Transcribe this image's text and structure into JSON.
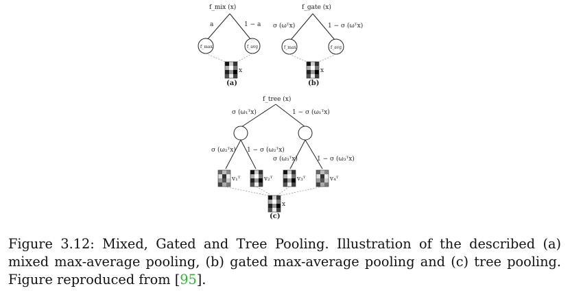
{
  "figure": {
    "panel_a": {
      "root": "f_mix (x)",
      "left_edge": "a",
      "right_edge": "1 − a",
      "left_leaf": "f_max",
      "right_leaf": "f_avg",
      "input": "x",
      "label": "(a)"
    },
    "panel_b": {
      "root": "f_gate (x)",
      "left_edge": "σ (ωᵀx)",
      "right_edge": "1 − σ (ωᵀx)",
      "left_leaf": "f_max",
      "right_leaf": "f_avg",
      "input": "x",
      "label": "(b)"
    },
    "panel_c": {
      "root": "f_tree (x)",
      "top_left_edge": "σ (ω₁ᵀx)",
      "top_right_edge": "1 − σ (ω₁ᵀx)",
      "mid_left_left": "σ (ω₂ᵀx)",
      "mid_left_right": "1 − σ (ω₂ᵀx)",
      "mid_right_left": "σ (ω₃ᵀx)",
      "mid_right_right": "1 − σ (ω₃ᵀx)",
      "leaves": [
        "v₁ᵀ",
        "v₂ᵀ",
        "v₃ᵀ",
        "v₄ᵀ"
      ],
      "input": "x",
      "label": "(c)"
    }
  },
  "caption": {
    "text": "Figure 3.12: Mixed, Gated and Tree Pooling. Illustration of the described (a) mixed max-average pooling, (b) gated max-average pooling and (c) tree pooling. Figure reproduced from ",
    "ref_open": "[",
    "ref_number": "95",
    "ref_close": "].",
    "ref_color": "#2fb52f"
  }
}
